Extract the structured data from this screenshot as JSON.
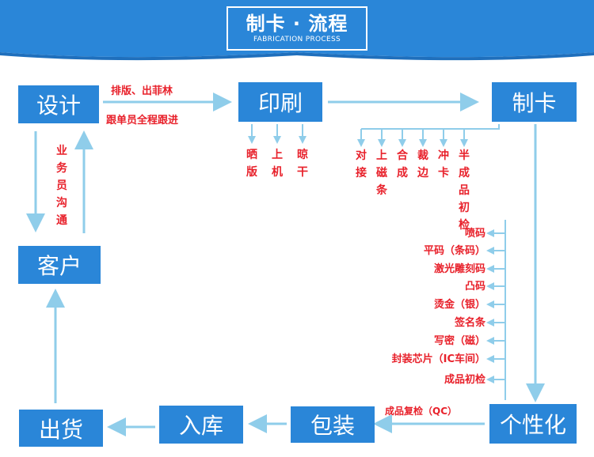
{
  "header": {
    "title": "制卡 · 流程",
    "subtitle": "FABRICATION PROCESS"
  },
  "nodes": {
    "design": "设计",
    "print": "印刷",
    "card_making": "制卡",
    "customer": "客户",
    "personalization": "个性化",
    "packaging": "包装",
    "warehousing": "入库",
    "shipping": "出货"
  },
  "labels": {
    "design_to_print_top": "排版、出菲林",
    "design_to_print_bottom": "跟单员全程跟进",
    "salesperson": "业务员沟通",
    "qc": "成品复检（QC）"
  },
  "print_steps": [
    "晒版",
    "上机",
    "晾干"
  ],
  "card_steps": [
    "对接",
    "上磁条",
    "合成",
    "裁边",
    "冲卡",
    "半成品初检"
  ],
  "personalization_steps": [
    "喷码",
    "平码（条码）",
    "激光雕刻码",
    "凸码",
    "烫金（银）",
    "签名条",
    "写密（磁）",
    "封装芯片（IC车间）",
    "成品初检"
  ],
  "colors": {
    "banner": "#2a86d8",
    "node": "#2a86d8",
    "arrow": "#8fcdea",
    "text_red": "#e8212b"
  }
}
